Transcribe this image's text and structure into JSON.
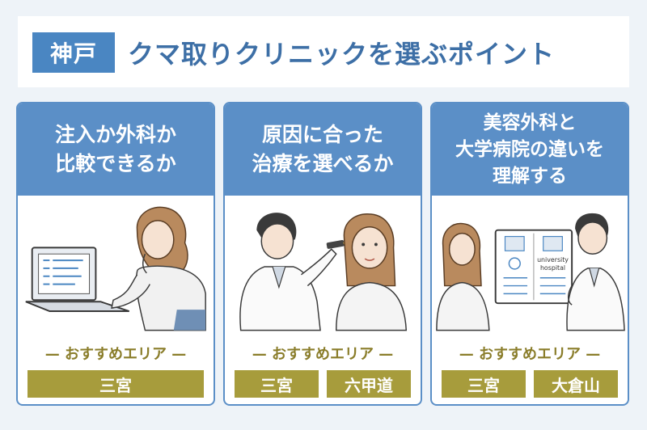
{
  "banner": {
    "city": "神戸",
    "title": "クマ取りクリニックを選ぶポイント"
  },
  "recommend_label": "— おすすめエリア —",
  "cards": [
    {
      "lines": [
        "注入か外科か",
        "比較できるか"
      ],
      "areas": [
        "三宮"
      ]
    },
    {
      "lines": [
        "原因に合った",
        "治療を選べるか"
      ],
      "areas": [
        "三宮",
        "六甲道"
      ]
    },
    {
      "lines": [
        "美容外科と",
        "大学病院の違いを",
        "理解する"
      ],
      "areas": [
        "三宮",
        "大倉山"
      ],
      "doc_labels": [
        "university",
        "hospital"
      ]
    }
  ],
  "colors": {
    "accent_blue": "#5b8fc7",
    "badge_blue": "#4a86c2",
    "chip_gold": "#a79c3c",
    "label_gold": "#8a7d2a"
  }
}
